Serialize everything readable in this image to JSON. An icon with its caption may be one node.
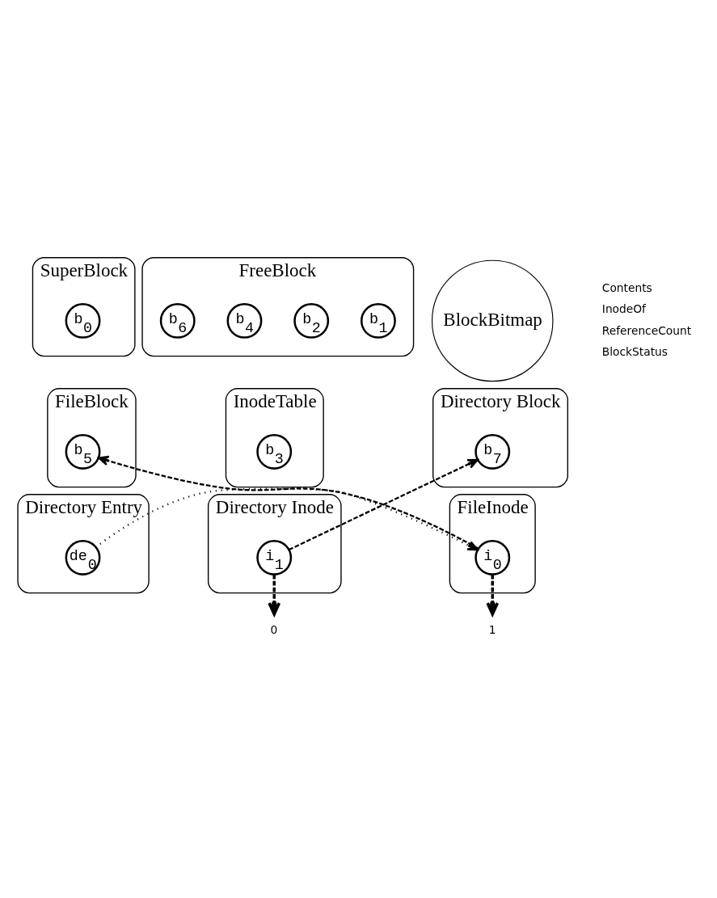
{
  "diagram": {
    "nodes": [
      {
        "text": [
          "SuperBlock"
        ]
      },
      {
        "text": [
          "b$_{0}$"
        ],
        "in": 0
      },
      {
        "text": [
          "BlockBitmap"
        ]
      },
      {
        "text": [
          "FreeBlock"
        ]
      },
      {
        "text": [
          "b$_{1}$"
        ],
        "in": 3
      },
      {
        "text": [
          "b$_{2}$"
        ],
        "in": 3
      },
      {
        "text": [
          "b$_{4}$"
        ],
        "in": 3
      },
      {
        "text": [
          "b$_{6}$"
        ],
        "in": 3
      },
      {
        "text": [
          "FileBlock"
        ]
      },
      {
        "text": [
          "b$_{5}$"
        ],
        "in": 8
      },
      {
        "text": [
          "Directory Block"
        ]
      },
      {
        "text": [
          "b$_{7}$"
        ],
        "in": 10
      },
      {
        "text": [
          "InodeTable"
        ]
      },
      {
        "text": [
          "b$_{3}$"
        ],
        "in": 12
      },
      {
        "text": [
          "Directory Entry"
        ]
      },
      {
        "text": [
          "de$_{0}$"
        ],
        "in": 14
      },
      {
        "text": [
          "FileInode"
        ]
      },
      {
        "text": [
          "i$_{0}$"
        ],
        "in": 16
      },
      {
        "text": [
          "Directory Inode"
        ]
      },
      {
        "text": [
          "i$_{1}$"
        ],
        "in": 18
      },
      {
        "text": [
          "1"
        ]
      },
      {
        "text": [
          "0"
        ]
      }
    ],
    "edges": [
      {
        "from": 17,
        "to": 9,
        "arrow": "to",
        "style": "dashed"
      },
      {
        "from": 19,
        "to": 11,
        "arrow": "to",
        "style": "dashed"
      },
      {
        "from": 15,
        "to": 17,
        "arrow": "to",
        "style": "dashed"
      },
      {
        "from": 17,
        "to": 20,
        "arrow": "to",
        "style": "dashed"
      },
      {
        "from": 19,
        "to": 21,
        "arrow": "to",
        "style": "dashed"
      }
    ],
    "legend": [
      {
        "text": "Contents"
      },
      {
        "text": "InodeOf"
      },
      {
        "text": "ReferenceCount"
      },
      {
        "text": "BlockStatus"
      }
    ]
  }
}
